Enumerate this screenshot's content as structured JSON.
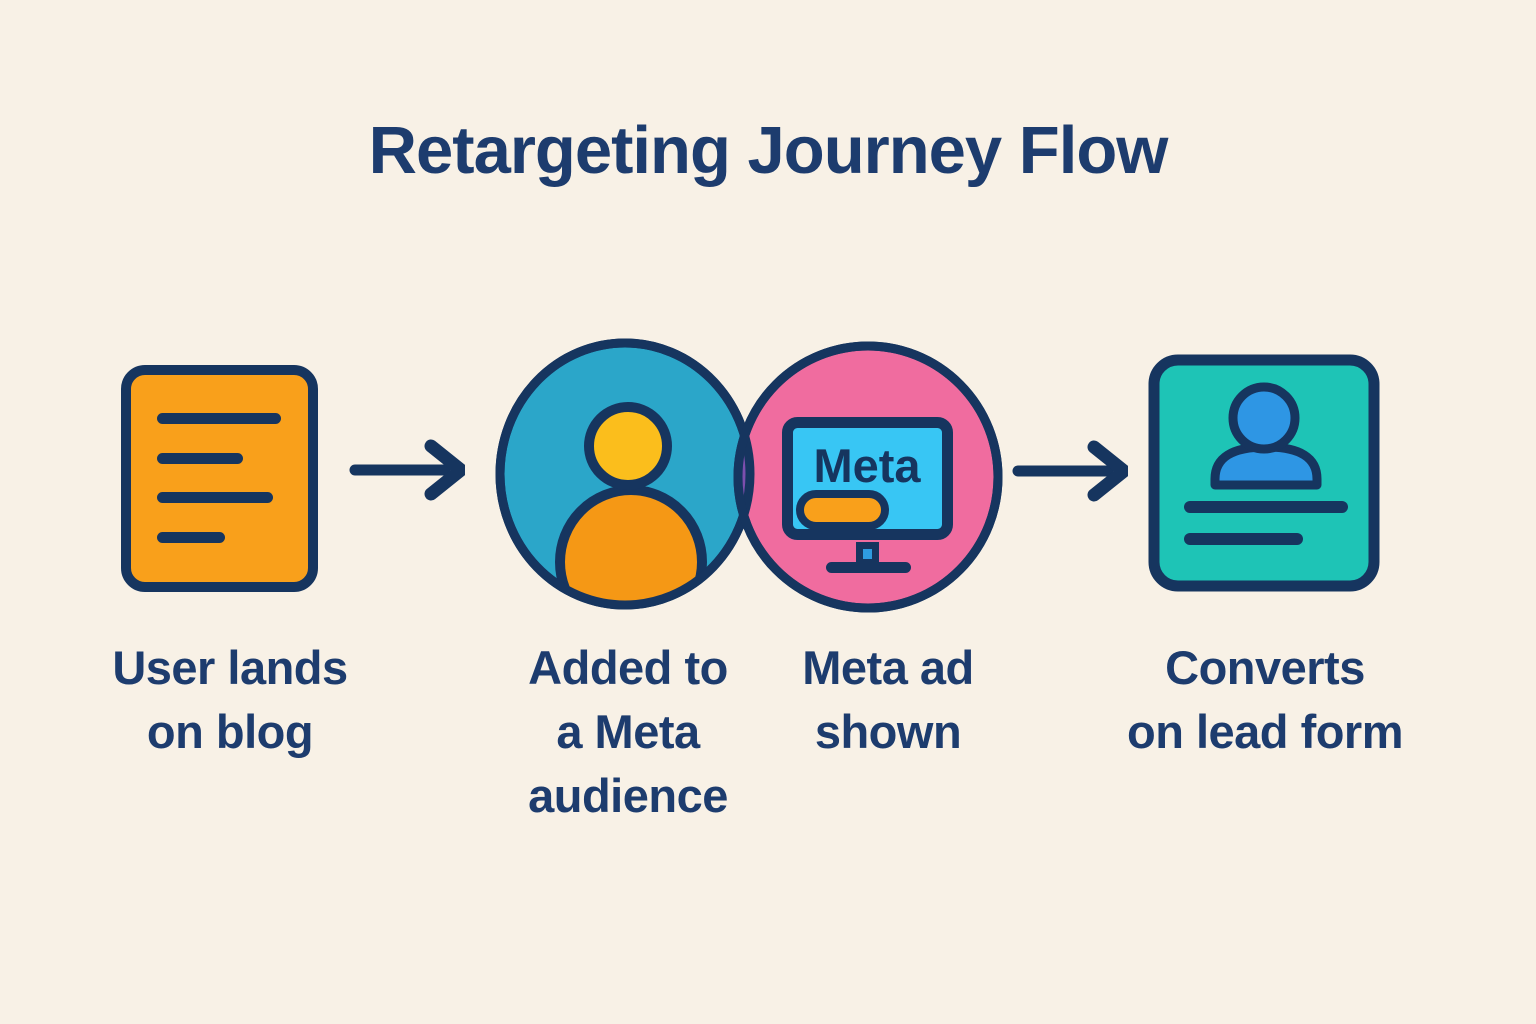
{
  "title": "Retargeting Journey Flow",
  "steps": [
    {
      "name": "user-lands-on-blog",
      "icon": "blog-document-icon",
      "label": "User lands\non blog"
    },
    {
      "name": "added-to-meta-audience",
      "icon": "audience-person-circle-icon",
      "label": "Added to\na Meta\naudience"
    },
    {
      "name": "meta-ad-shown",
      "icon": "meta-ad-monitor-icon",
      "monitor_text": "Meta",
      "label": "Meta ad\nshown"
    },
    {
      "name": "converts-on-lead-form",
      "icon": "lead-form-card-icon",
      "label": "Converts\non lead form"
    }
  ],
  "connectors": [
    {
      "name": "arrow-blog-to-audience",
      "type": "arrow-right"
    },
    {
      "name": "arrow-ad-to-conversion",
      "type": "arrow-right"
    }
  ],
  "colors": {
    "background": "#F8F1E6",
    "text_navy": "#1D3C6E",
    "outline_navy": "#16355F",
    "document_orange": "#F9A01B",
    "avatar_head_yellow": "#FBBE1C",
    "avatar_body_orange": "#F59815",
    "audience_circle_teal": "#2BA6C9",
    "ad_circle_pink": "#F06C9F",
    "overlap_purple": "#7C4FAE",
    "monitor_screen_cyan": "#38C6F4",
    "monitor_stand_blue": "#2E9BE0",
    "ad_button_orange": "#F9A01B",
    "card_teal": "#1EC4B6",
    "lead_person_blue": "#2E96E4"
  }
}
